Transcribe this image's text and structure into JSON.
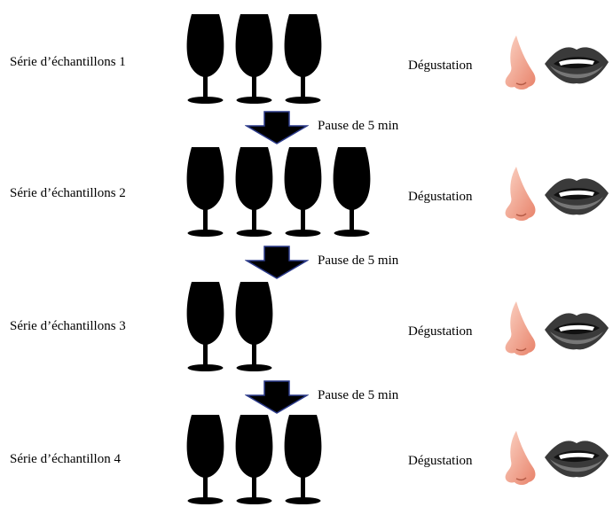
{
  "steps": [
    {
      "series_label": "Série d’échantillons 1",
      "glass_count": 3,
      "tasting_label": "Dégustation"
    },
    {
      "series_label": "Série d’échantillons 2",
      "glass_count": 4,
      "tasting_label": "Dégustation"
    },
    {
      "series_label": "Série d’échantillons 3",
      "glass_count": 2,
      "tasting_label": "Dégustation"
    },
    {
      "series_label": "Série d’échantillon 4",
      "glass_count": 3,
      "tasting_label": "Dégustation"
    }
  ],
  "pauses": [
    {
      "label": "Pause de 5 min"
    },
    {
      "label": "Pause de 5 min"
    },
    {
      "label": "Pause de 5 min"
    }
  ],
  "colors": {
    "glass": "#000000",
    "arrow_fill": "#000000",
    "arrow_stroke": "#2b3a8a",
    "nose_light": "#fbd3c4",
    "nose_dark": "#e8826a",
    "lips_outer": "#3a3a3a",
    "lips_mid": "#777777"
  },
  "icons": [
    "wine-glass-icon",
    "down-arrow-icon",
    "nose-icon",
    "lips-icon"
  ]
}
